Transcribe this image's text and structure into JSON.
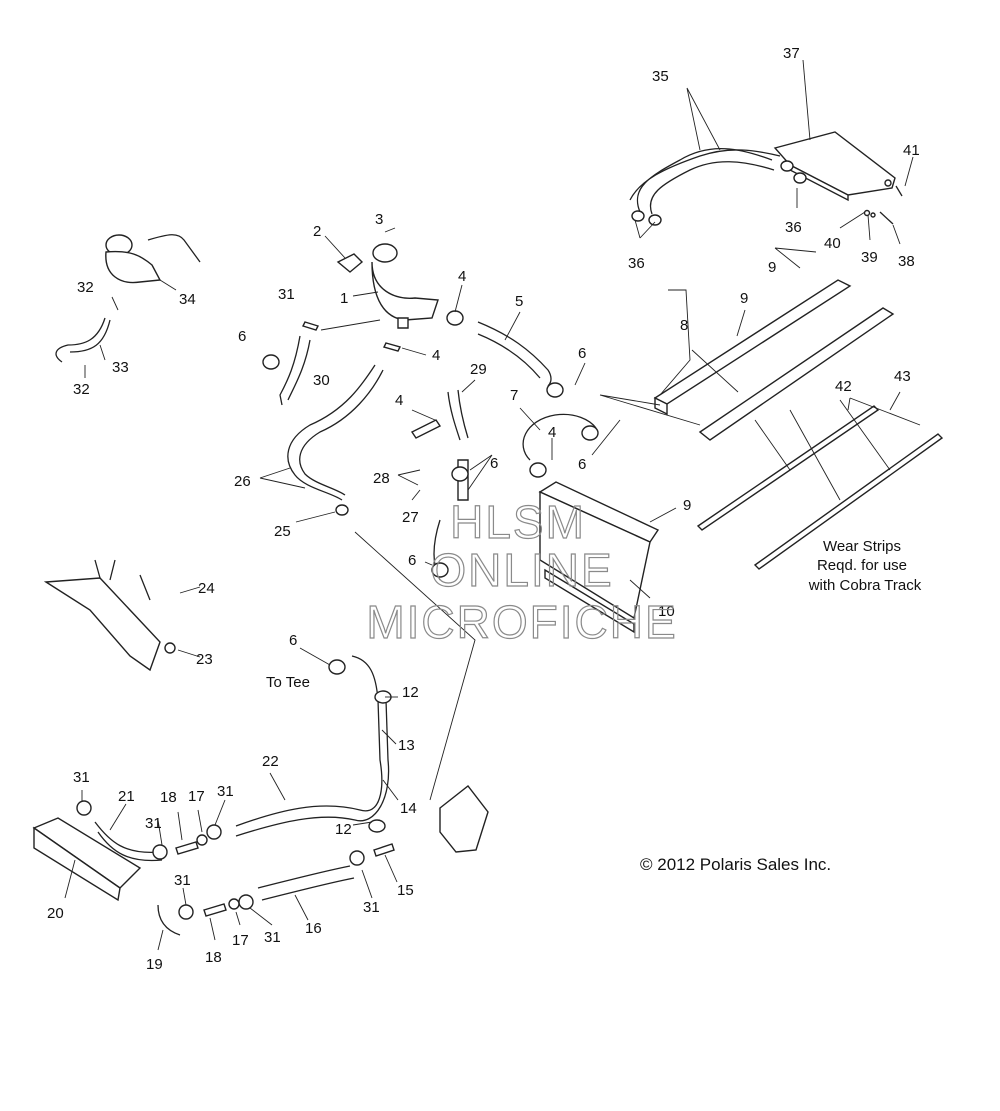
{
  "callouts": [
    "1",
    "2",
    "3",
    "4",
    "4",
    "4",
    "4",
    "5",
    "6",
    "6",
    "6",
    "6",
    "6",
    "6",
    "6",
    "7",
    "8",
    "9",
    "9",
    "9",
    "10",
    "12",
    "12",
    "13",
    "14",
    "15",
    "16",
    "17",
    "17",
    "18",
    "18",
    "19",
    "20",
    "21",
    "22",
    "23",
    "24",
    "25",
    "26",
    "27",
    "28",
    "29",
    "30",
    "31",
    "31",
    "31",
    "31",
    "31",
    "31",
    "31",
    "31",
    "32",
    "32",
    "33",
    "34",
    "35",
    "36",
    "36",
    "37",
    "38",
    "39",
    "40",
    "41",
    "42",
    "43"
  ],
  "notes": {
    "to_tee": "To Tee",
    "wear_strips_line1": "Wear Strips",
    "wear_strips_line2": "Reqd. for use",
    "wear_strips_line3": "with Cobra Track"
  },
  "copyright": "© 2012 Polaris Sales Inc.",
  "watermark": {
    "line1": "HLSM",
    "line2": "ONLINE",
    "line3": "MICROFICHE"
  }
}
